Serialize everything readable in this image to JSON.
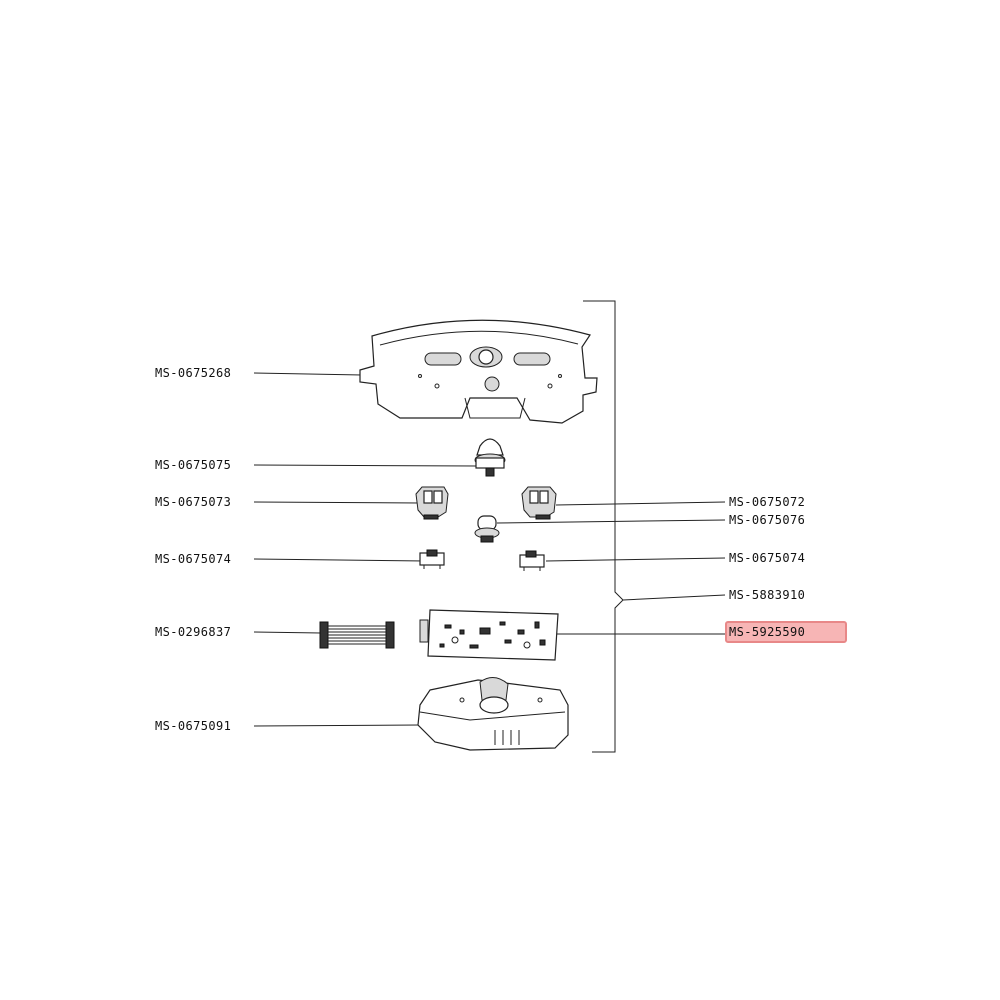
{
  "diagram": {
    "parts_left": [
      {
        "id": "top-plate",
        "code": "MS-0675268"
      },
      {
        "id": "knob",
        "code": "MS-0675075"
      },
      {
        "id": "button-left",
        "code": "MS-0675073"
      },
      {
        "id": "clip-left",
        "code": "MS-0675074"
      },
      {
        "id": "ribbon-cable",
        "code": "MS-0296837"
      },
      {
        "id": "bottom-housing",
        "code": "MS-0675091"
      }
    ],
    "parts_right": [
      {
        "id": "button-right",
        "code": "MS-0675072"
      },
      {
        "id": "knob-small",
        "code": "MS-0675076"
      },
      {
        "id": "clip-right",
        "code": "MS-0675074"
      },
      {
        "id": "assembly",
        "code": "MS-5883910"
      },
      {
        "id": "pcb",
        "code": "MS-5925590",
        "highlighted": true
      }
    ],
    "highlight_color": "#f07878"
  }
}
